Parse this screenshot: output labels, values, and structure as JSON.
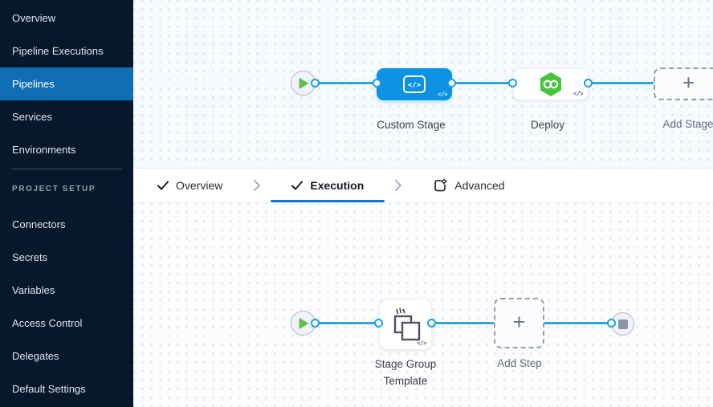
{
  "sidebar": {
    "items": [
      {
        "label": "Overview"
      },
      {
        "label": "Pipeline Executions"
      },
      {
        "label": "Pipelines"
      },
      {
        "label": "Services"
      },
      {
        "label": "Environments"
      }
    ],
    "section_label": "PROJECT SETUP",
    "setup_items": [
      {
        "label": "Connectors"
      },
      {
        "label": "Secrets"
      },
      {
        "label": "Variables"
      },
      {
        "label": "Access Control"
      },
      {
        "label": "Delegates"
      },
      {
        "label": "Default Settings"
      }
    ]
  },
  "tabbar": {
    "tabs": [
      {
        "label": "Overview",
        "checked": true,
        "active": false
      },
      {
        "label": "Execution",
        "checked": true,
        "active": true
      },
      {
        "label": "Advanced",
        "checked": false,
        "active": false
      }
    ]
  },
  "stage_canvas": {
    "nodes": [
      {
        "label": "Custom Stage",
        "type": "custom-stage"
      },
      {
        "label": "Deploy",
        "type": "deploy-stage"
      },
      {
        "label": "Add Stage",
        "type": "add-stage"
      }
    ]
  },
  "execution_canvas": {
    "nodes": [
      {
        "label": "Stage Group Template",
        "type": "stage-group-template"
      },
      {
        "label": "Add Step",
        "type": "add-step"
      }
    ]
  },
  "glyphs": {
    "plus": "+",
    "code": "</>"
  },
  "colors": {
    "sidebar_bg": "#07182b",
    "nav_selected": "#0f6db4",
    "tab_underline": "#0278d5",
    "connector_line": "#2da5e4",
    "custom_stage_blue": "#0b92e2",
    "deploy_green": "#47c33e",
    "play_green": "#63bf50",
    "stop_gray": "#8e92ab"
  }
}
